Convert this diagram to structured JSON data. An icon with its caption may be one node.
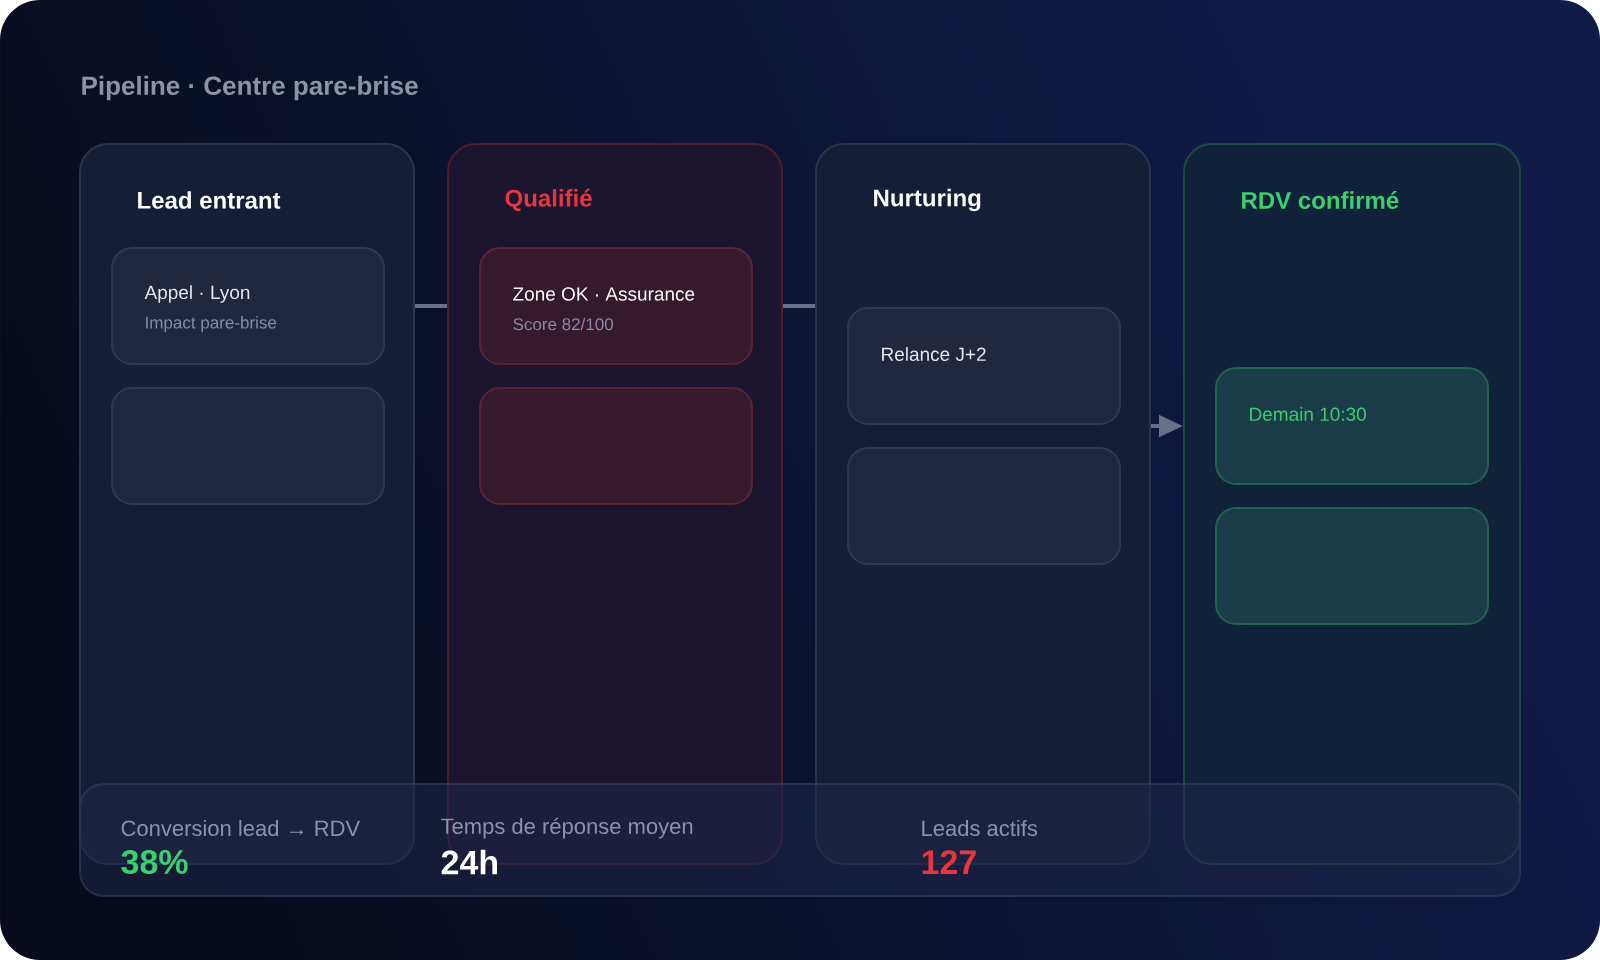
{
  "diagram": {
    "title": "Pipeline · Centre pare-brise",
    "nodes": [
      {
        "text": [
          "Lead entrant"
        ]
      },
      {
        "text": [
          "Appel · Lyon",
          "Impact pare-brise"
        ],
        "in": 0
      },
      {
        "text": [],
        "shape": "box",
        "in": 0
      },
      {
        "text": [
          "Qualifié"
        ]
      },
      {
        "text": [
          "Zone OK · Assurance",
          "Score 82/100"
        ],
        "in": 3
      },
      {
        "text": [],
        "shape": "box",
        "in": 3
      },
      {
        "text": [
          "Nurturing"
        ]
      },
      {
        "text": [
          "Relance J+2"
        ],
        "in": 6
      },
      {
        "text": [],
        "shape": "box",
        "in": 6
      },
      {
        "text": [
          "RDV confirmé"
        ]
      },
      {
        "text": [
          "Demain 10:30"
        ],
        "in": 9
      },
      {
        "text": [],
        "shape": "box",
        "in": 9
      },
      {
        "text": [
          "Conversion lead → RDV",
          "38%",
          "Temps de réponse moyen",
          "24h",
          "Leads actifs",
          "127"
        ]
      }
    ],
    "edges": [
      {
        "from": 0,
        "to": 3,
        "arrow": "none"
      },
      {
        "from": 3,
        "to": 6,
        "arrow": "none"
      },
      {
        "from": 6,
        "to": 9,
        "arrow": "to"
      }
    ]
  }
}
